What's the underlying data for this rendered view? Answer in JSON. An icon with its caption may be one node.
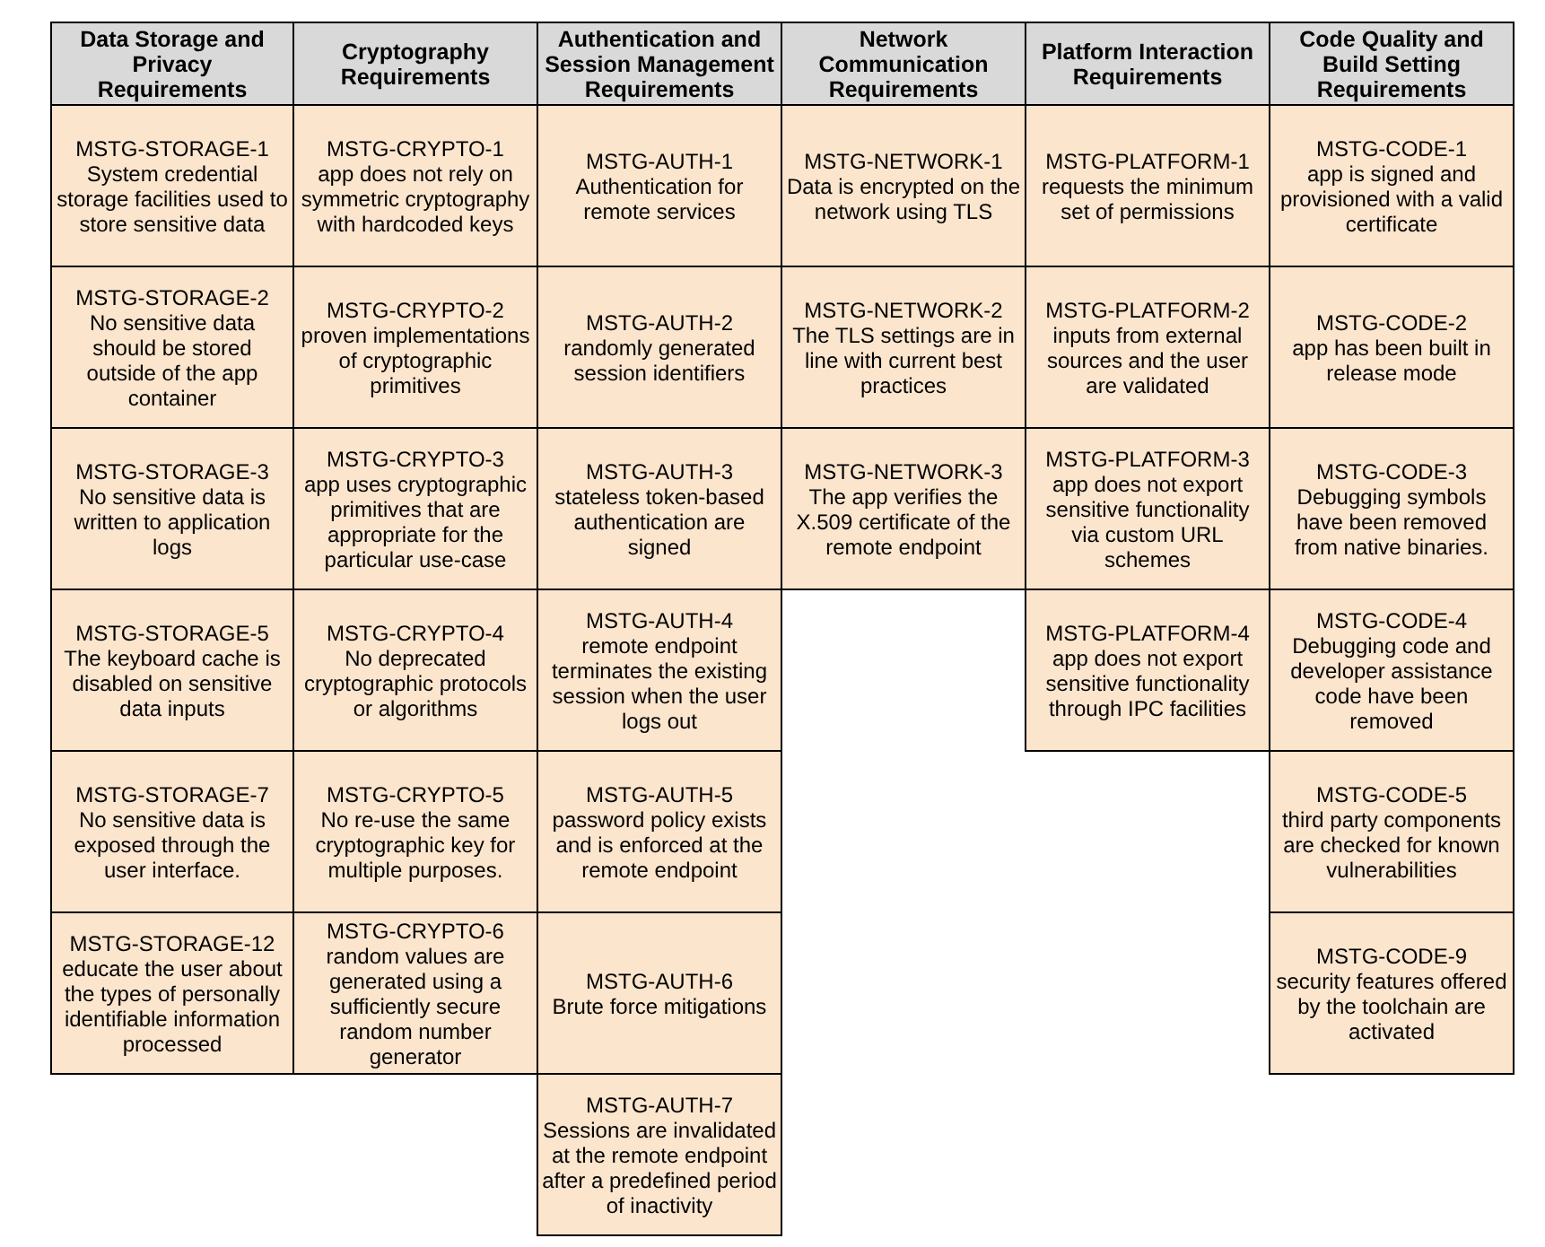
{
  "diagram": {
    "nodes": [
      {
        "text": [
          "Data Storage and Privacy Requirements"
        ]
      },
      {
        "text": [
          "MSTG-STORAGE-1",
          "System credential storage facilities used to store sensitive data"
        ]
      },
      {
        "text": [
          "MSTG-STORAGE-2",
          "No sensitive data should be stored outside of the app container"
        ]
      },
      {
        "text": [
          "MSTG-STORAGE-3",
          "No sensitive data is written to application logs"
        ]
      },
      {
        "text": [
          "MSTG-STORAGE-5",
          "The keyboard cache is disabled on sensitive data inputs"
        ]
      },
      {
        "text": [
          "MSTG-STORAGE-7",
          "No sensitive data is exposed through the user interface."
        ]
      },
      {
        "text": [
          "MSTG-STORAGE-12",
          "educate the user about the types of personally identifiable information processed"
        ]
      },
      {
        "text": [
          "Cryptography Requirements"
        ]
      },
      {
        "text": [
          "MSTG-CRYPTO-1",
          "app does not rely on symmetric cryptography with hardcoded keys"
        ]
      },
      {
        "text": [
          "MSTG-CRYPTO-2",
          "proven implementations of cryptographic primitives"
        ]
      },
      {
        "text": [
          "MSTG-CRYPTO-3",
          "app uses cryptographic primitives that are appropriate for the particular use-case"
        ]
      },
      {
        "text": [
          "MSTG-CRYPTO-4",
          "No deprecated cryptographic protocols or algorithms"
        ]
      },
      {
        "text": [
          "MSTG-CRYPTO-5",
          "No re-use the same cryptographic key for multiple purposes."
        ]
      },
      {
        "text": [
          "MSTG-CRYPTO-6",
          "random values are generated using a sufficiently secure random number generator"
        ]
      },
      {
        "text": [
          "Authentication and Session Management Requirements"
        ]
      },
      {
        "text": [
          "MSTG-AUTH-1",
          "Authentication for remote services"
        ]
      },
      {
        "text": [
          "MSTG-AUTH-2",
          "randomly generated session identifiers"
        ]
      },
      {
        "text": [
          "MSTG-AUTH-3",
          "stateless token-based authentication are signed"
        ]
      },
      {
        "text": [
          "MSTG-AUTH-4",
          "remote endpoint terminates the existing session when the user logs out"
        ]
      },
      {
        "text": [
          "MSTG-AUTH-5",
          "password policy exists and is enforced at the remote endpoint"
        ]
      },
      {
        "text": [
          "MSTG-AUTH-6",
          "Brute force mitigations"
        ]
      },
      {
        "text": [
          "MSTG-AUTH-7",
          "Sessions are invalidated at the remote endpoint after a predefined period of inactivity"
        ]
      },
      {
        "text": [
          "Network Communication Requirements"
        ]
      },
      {
        "text": [
          "MSTG-NETWORK-1",
          "Data is encrypted on the network using TLS"
        ]
      },
      {
        "text": [
          "MSTG-NETWORK-2",
          "The TLS settings are in line with current best practices"
        ]
      },
      {
        "text": [
          "MSTG-NETWORK-3",
          "The app verifies the X.509 certificate of the remote endpoint"
        ]
      },
      {
        "text": [
          "Platform Interaction Requirements"
        ]
      },
      {
        "text": [
          "MSTG-PLATFORM-1",
          "requests the minimum set of permissions"
        ]
      },
      {
        "text": [
          "MSTG-PLATFORM-2",
          "inputs from external sources and the user are validated"
        ]
      },
      {
        "text": [
          "MSTG-PLATFORM-3",
          "app does not export sensitive functionality via custom URL schemes"
        ]
      },
      {
        "text": [
          "MSTG-PLATFORM-4",
          "app does not export sensitive functionality through IPC facilities"
        ]
      },
      {
        "text": [
          "Code Quality and Build Setting Requirements"
        ]
      },
      {
        "text": [
          "MSTG-CODE-1",
          "app is signed and provisioned with a valid certificate"
        ]
      },
      {
        "text": [
          "MSTG-CODE-2",
          "app has been built in release mode"
        ]
      },
      {
        "text": [
          "MSTG-CODE-3",
          "Debugging symbols have been removed from native binaries."
        ]
      },
      {
        "text": [
          "MSTG-CODE-4",
          "Debugging code and developer assistance code have been removed"
        ]
      },
      {
        "text": [
          "MSTG-CODE-5",
          "third party components are checked for known vulnerabilities"
        ]
      },
      {
        "text": [
          "MSTG-CODE-9",
          "security features offered by the toolchain are activated"
        ]
      }
    ]
  }
}
